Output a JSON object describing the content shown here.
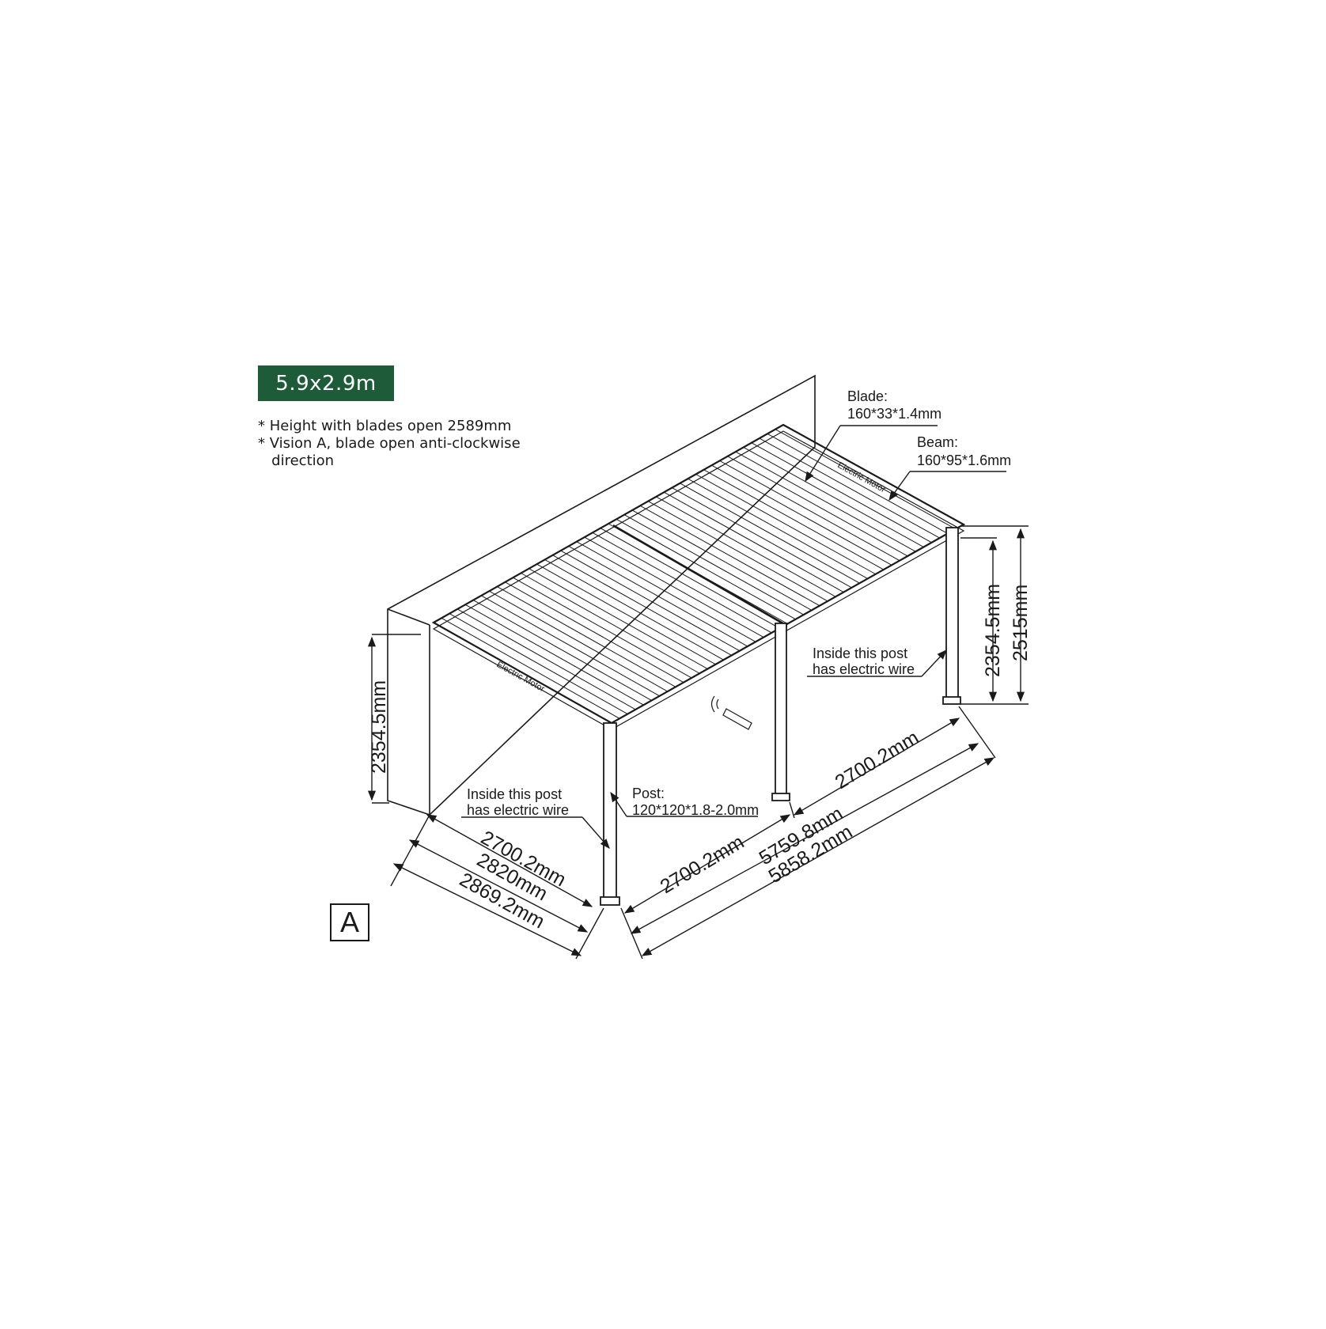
{
  "size_label": "5.9x2.9m",
  "notes": [
    "* Height with blades open 2589mm",
    "* Vision A, blade open anti-clockwise",
    "   direction"
  ],
  "view_label": "A",
  "callouts": {
    "blade": [
      "Blade:",
      "160*33*1.4mm"
    ],
    "beam": [
      "Beam:",
      "160*95*1.6mm"
    ],
    "post": [
      "Post:",
      "120*120*1.8-2.0mm"
    ],
    "wire_front": [
      "Inside this post",
      "has electric wire"
    ],
    "wire_back": [
      "Inside this post",
      "has electric wire"
    ]
  },
  "motor_label": "Electric Motor",
  "dimensions": {
    "height_left": "2354.5mm",
    "height_right_inner": "2354.5mm",
    "height_right_outer": "2515mm",
    "width_inner": "2700.2mm",
    "width_mid": "2820mm",
    "width_outer": "2869.2mm",
    "length_front_bay": "2700.2mm",
    "length_back_bay": "2700.2mm",
    "length_inner": "5759.8mm",
    "length_outer": "5858.2mm"
  },
  "colors": {
    "badge": "#1e5b39",
    "line": "#1a1a1a"
  }
}
